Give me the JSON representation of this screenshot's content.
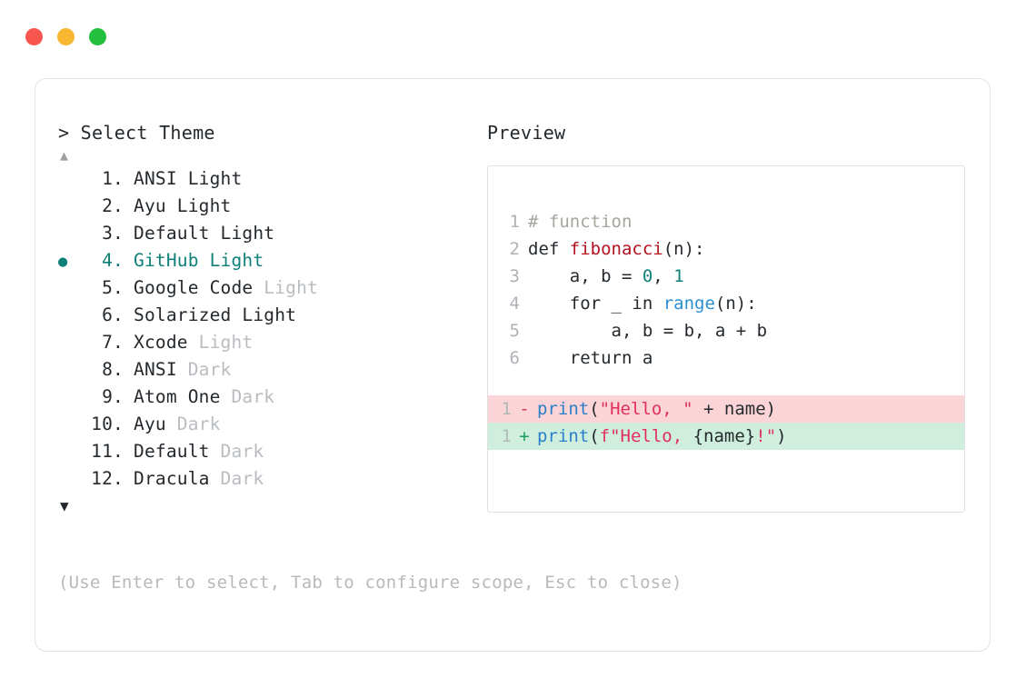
{
  "window": {
    "dots": [
      {
        "name": "close-dot",
        "color": "#f9564f"
      },
      {
        "name": "minimize-dot",
        "color": "#f7b731"
      },
      {
        "name": "maximize-dot",
        "color": "#22c03c"
      }
    ]
  },
  "left": {
    "prompt": "> Select Theme",
    "scroll_up": "▲",
    "scroll_down": "▼",
    "bullet": "●",
    "selected_index": 4,
    "accent": "#0f8078",
    "items": [
      {
        "num": " 1.",
        "name": "ANSI Light",
        "suffix": "",
        "selected": false
      },
      {
        "num": " 2.",
        "name": "Ayu Light",
        "suffix": "",
        "selected": false
      },
      {
        "num": " 3.",
        "name": "Default Light",
        "suffix": "",
        "selected": false
      },
      {
        "num": " 4.",
        "name": "GitHub Light",
        "suffix": "",
        "selected": true
      },
      {
        "num": " 5.",
        "name": "Google Code ",
        "suffix": "Light",
        "selected": false
      },
      {
        "num": " 6.",
        "name": "Solarized Light",
        "suffix": "",
        "selected": false
      },
      {
        "num": " 7.",
        "name": "Xcode ",
        "suffix": "Light",
        "selected": false
      },
      {
        "num": " 8.",
        "name": "ANSI ",
        "suffix": "Dark",
        "selected": false
      },
      {
        "num": " 9.",
        "name": "Atom One ",
        "suffix": "Dark",
        "selected": false
      },
      {
        "num": "10.",
        "name": "Ayu ",
        "suffix": "Dark",
        "selected": false
      },
      {
        "num": "11.",
        "name": "Default ",
        "suffix": "Dark",
        "selected": false
      },
      {
        "num": "12.",
        "name": "Dracula ",
        "suffix": "Dark",
        "selected": false
      }
    ],
    "hint": "(Use Enter to select, Tab to configure scope, Esc to close)"
  },
  "right": {
    "label": "Preview",
    "code_lines": [
      {
        "no": "1",
        "tokens": [
          {
            "t": "# function",
            "c": "tok-comment"
          }
        ]
      },
      {
        "no": "2",
        "tokens": [
          {
            "t": "def ",
            "c": "tok-keyword"
          },
          {
            "t": "fibonacci",
            "c": "tok-func"
          },
          {
            "t": "(n):",
            "c": "tok-plain"
          }
        ]
      },
      {
        "no": "3",
        "tokens": [
          {
            "t": "    a, b = ",
            "c": "tok-plain"
          },
          {
            "t": "0",
            "c": "tok-num"
          },
          {
            "t": ", ",
            "c": "tok-plain"
          },
          {
            "t": "1",
            "c": "tok-num"
          }
        ]
      },
      {
        "no": "4",
        "tokens": [
          {
            "t": "    for _ in ",
            "c": "tok-plain"
          },
          {
            "t": "range",
            "c": "tok-builtin"
          },
          {
            "t": "(n):",
            "c": "tok-plain"
          }
        ]
      },
      {
        "no": "5",
        "tokens": [
          {
            "t": "        a, b = b, a + b",
            "c": "tok-plain"
          }
        ]
      },
      {
        "no": "6",
        "tokens": [
          {
            "t": "    return a",
            "c": "tok-plain"
          }
        ]
      }
    ],
    "diff_lines": [
      {
        "no": "1",
        "marker": "-",
        "kind": "removed",
        "tokens": [
          {
            "t": "print",
            "c": "tok-print"
          },
          {
            "t": "(",
            "c": "tok-plain"
          },
          {
            "t": "\"Hello, \"",
            "c": "tok-string"
          },
          {
            "t": " + name)",
            "c": "tok-plain"
          }
        ]
      },
      {
        "no": "1",
        "marker": "+",
        "kind": "added",
        "tokens": [
          {
            "t": "print",
            "c": "tok-print"
          },
          {
            "t": "(",
            "c": "tok-plain"
          },
          {
            "t": "f\"Hello, ",
            "c": "tok-string"
          },
          {
            "t": "{name}",
            "c": "tok-plain"
          },
          {
            "t": "!\"",
            "c": "tok-string"
          },
          {
            "t": ")",
            "c": "tok-plain"
          }
        ]
      }
    ]
  }
}
